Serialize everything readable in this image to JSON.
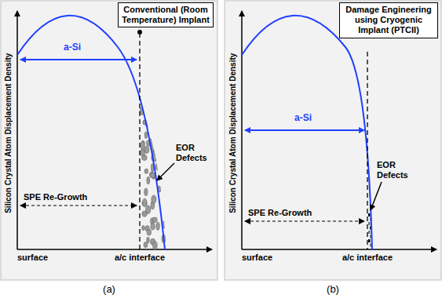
{
  "diagram": {
    "nodes": [
      {
        "text": [
          "Conventional (Room Temperature) Implant"
        ]
      },
      {
        "text": [
          "Damage Engineering using Cryogenic Implant (PTCII)"
        ]
      }
    ],
    "labels": [
      "Silicon Crystal Atom Displacement Density",
      "a-Si",
      "EOR Defects",
      "SPE Re-Growth",
      "surface",
      "a/c interface",
      "(a)",
      "Silicon Crystal Atom Displacement Density",
      "a-Si",
      "EOR Defects",
      "SPE Re-Growth",
      "surface",
      "a/c interface",
      "(b)"
    ]
  }
}
